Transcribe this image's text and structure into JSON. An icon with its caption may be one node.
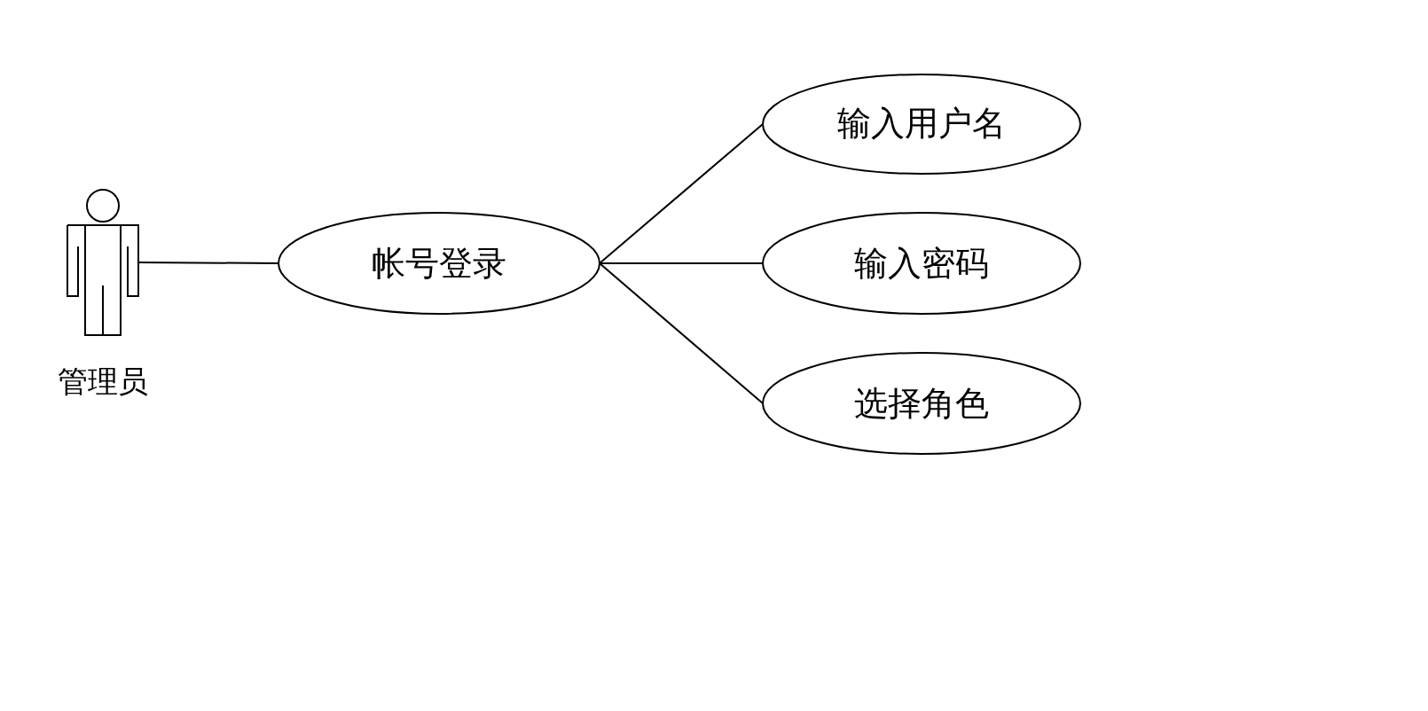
{
  "diagram": {
    "nodes": [
      {
        "text": [
          "管理员"
        ]
      },
      {
        "text": [
          "帐号登录"
        ]
      },
      {
        "text": [
          "输入用户名"
        ]
      },
      {
        "text": [
          "输入密码"
        ]
      },
      {
        "text": [
          "选择角色"
        ]
      }
    ],
    "edges": [
      {
        "from": 0,
        "to": 1,
        "arrow": "none"
      },
      {
        "from": 1,
        "to": 2,
        "arrow": "none"
      },
      {
        "from": 1,
        "to": 3,
        "arrow": "none"
      },
      {
        "from": 1,
        "to": 4,
        "arrow": "none"
      }
    ]
  }
}
